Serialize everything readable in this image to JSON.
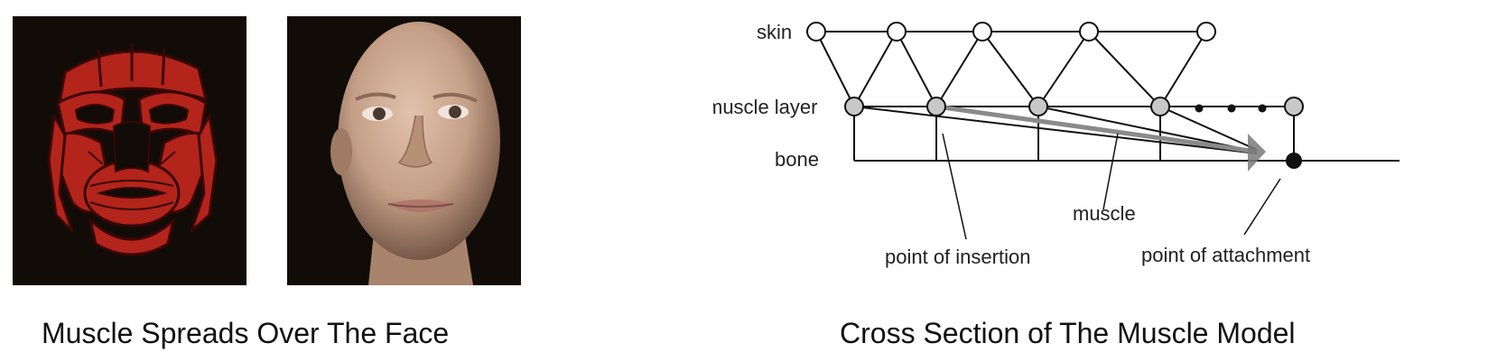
{
  "left_figure": {
    "caption": "Muscle Spreads Over The Face"
  },
  "right_figure": {
    "caption": "Cross Section of The Muscle Model",
    "labels": {
      "skin": "skin",
      "muscle_layer": "muscle layer",
      "bone": "bone",
      "muscle": "muscle",
      "point_of_insertion": "point of insertion",
      "point_of_attachment": "point of attachment"
    }
  },
  "colors": {
    "muscle_red": "#b3241b",
    "muscle_outline": "#3a0705",
    "photo_background": "#120c08",
    "skin_tone": "#caa58d",
    "node_gray": "#c8c8c8",
    "attachment_node": "#111111",
    "muscle_arrow_gray": "#8a8a8a"
  }
}
